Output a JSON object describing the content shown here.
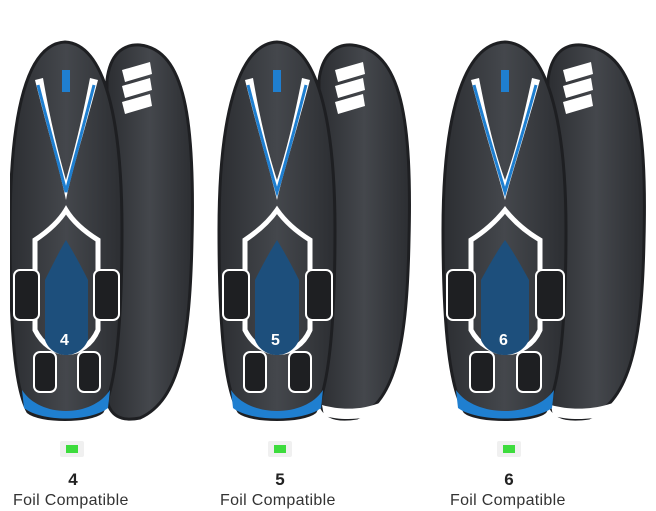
{
  "products": [
    {
      "size": "4",
      "caption": "Foil Compatible",
      "deck_number": "4"
    },
    {
      "size": "5",
      "caption": "Foil Compatible",
      "deck_number": "5"
    },
    {
      "size": "6",
      "caption": "Foil Compatible",
      "deck_number": "6"
    }
  ],
  "colors": {
    "board_dark": "#3a3c40",
    "board_rail": "#1e1f22",
    "accent_blue": "#1f7fd0",
    "deep_blue": "#1d4f7c",
    "badge_green": "#3ddc3d",
    "stripe_white": "#ffffff"
  }
}
